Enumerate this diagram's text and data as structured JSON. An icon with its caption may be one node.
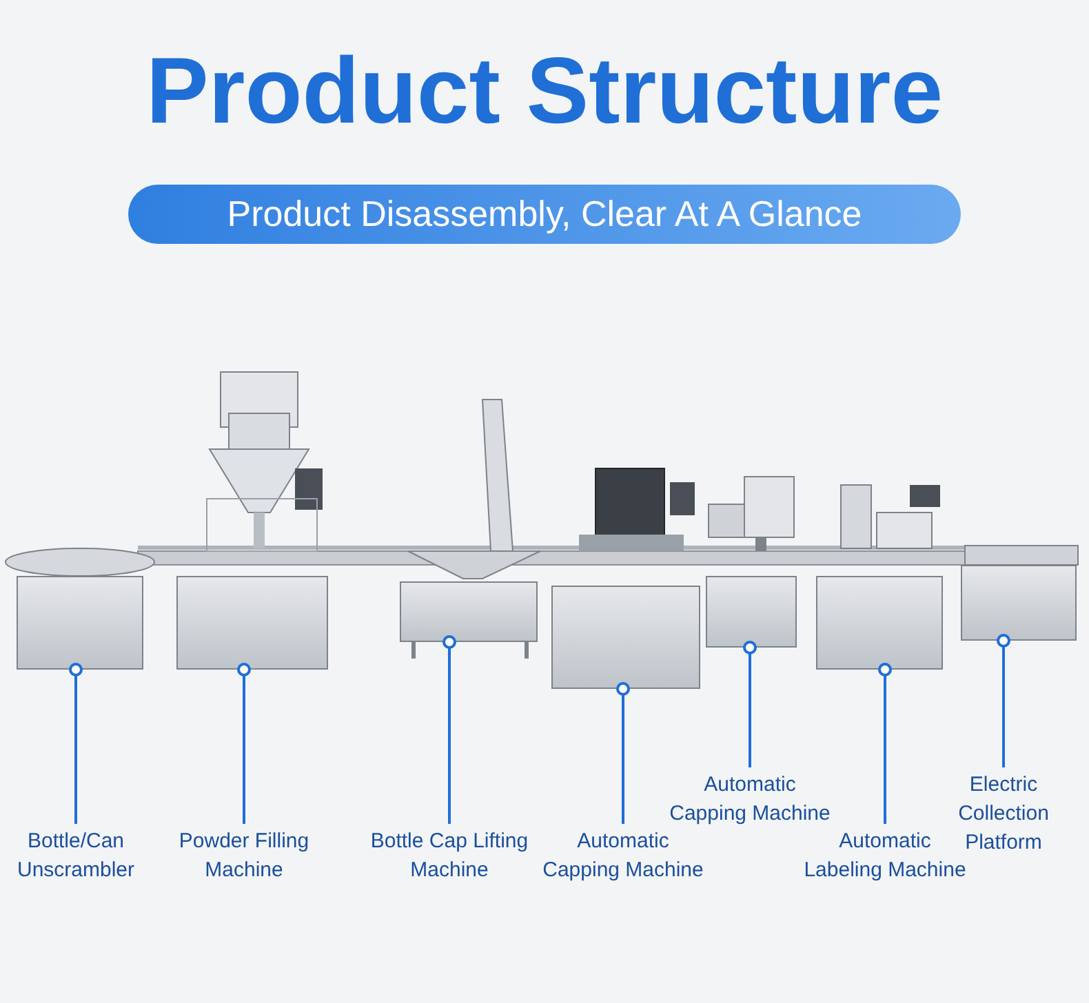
{
  "diagram": {
    "title": "Product Structure",
    "nodes": [
      {
        "text": [],
        "shape": "picture"
      },
      {
        "text": [],
        "shape": "picture"
      },
      {
        "text": [],
        "shape": "picture"
      },
      {
        "text": [],
        "shape": "picture"
      },
      {
        "text": [],
        "shape": "picture"
      },
      {
        "text": [],
        "shape": "picture"
      },
      {
        "text": [],
        "shape": "picture"
      },
      {
        "text": [
          "Bottle/Can Unscrambler"
        ]
      },
      {
        "text": [
          "Powder Filling Machine"
        ]
      },
      {
        "text": [
          "Bottle Cap Lifting Machine"
        ]
      },
      {
        "text": [
          "Automatic Capping Machine"
        ]
      },
      {
        "text": [
          "Automatic Capping Machine"
        ]
      },
      {
        "text": [
          "Automatic Labeling Machine"
        ]
      },
      {
        "text": [
          "Electric Collection Platform"
        ]
      }
    ],
    "edges": [
      {
        "from": 7,
        "to": 0,
        "arrow": "other"
      },
      {
        "from": 8,
        "to": 1,
        "arrow": "other"
      },
      {
        "from": 9,
        "to": 2,
        "arrow": "other"
      },
      {
        "from": 10,
        "to": 3,
        "arrow": "other"
      },
      {
        "from": 11,
        "to": 4,
        "arrow": "other"
      },
      {
        "from": 12,
        "to": 5,
        "arrow": "other"
      },
      {
        "from": 13,
        "to": 6,
        "arrow": "other"
      }
    ],
    "labels": [
      "Product Disassembly, Clear At A Glance"
    ]
  }
}
